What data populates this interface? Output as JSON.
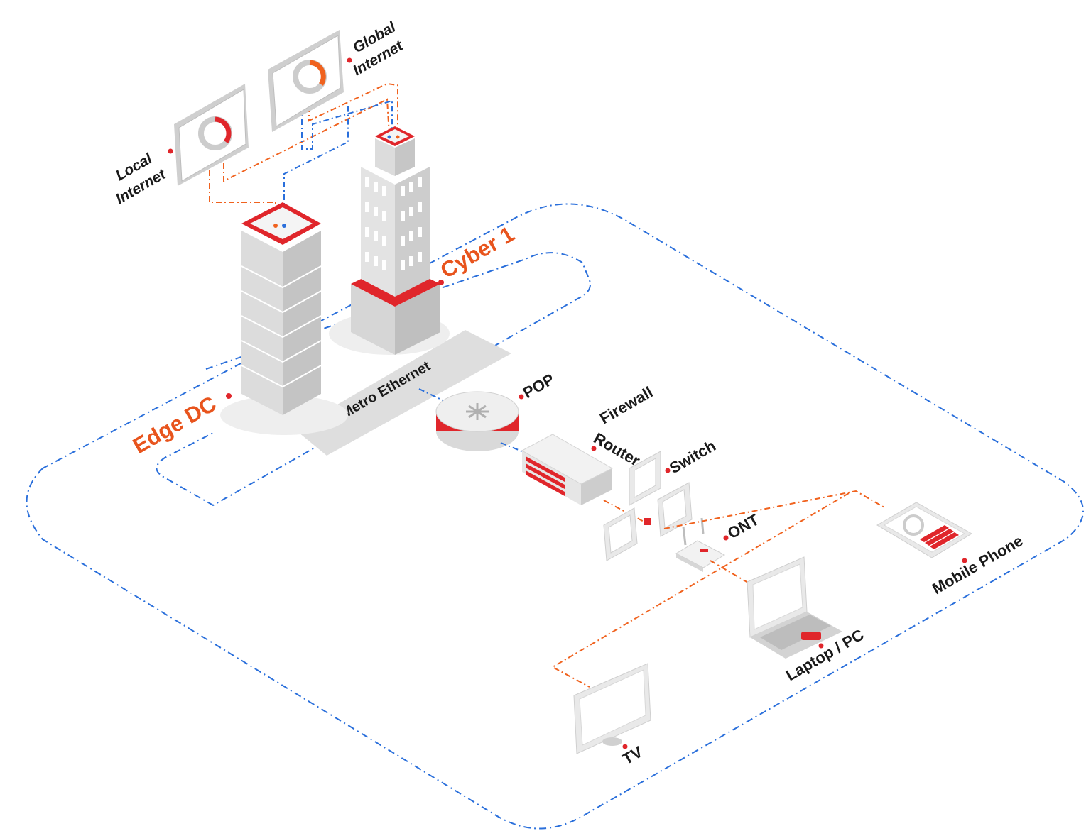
{
  "colors": {
    "accent_red": "#e0262b",
    "accent_orange": "#e8541d",
    "link_blue": "#2a6fdb",
    "link_orange": "#f0621e",
    "building_gray": "#d9d9d9",
    "dark_text": "#1a1a1a"
  },
  "nodes": {
    "local_internet": {
      "line1": "Local",
      "line2": "Internet",
      "icon": "monitor-ring-icon"
    },
    "global_internet": {
      "line1": "Global",
      "line2": "Internet",
      "icon": "monitor-ring-icon"
    },
    "edge_dc": {
      "label": "Edge DC",
      "icon": "datacenter-tower-icon"
    },
    "cyber1": {
      "label": "Cyber 1",
      "icon": "office-building-icon"
    },
    "metro_ethernet": {
      "label": "Metro Ethernet"
    },
    "pop": {
      "label": "POP",
      "icon": "router-disc-icon"
    },
    "router_firewall": {
      "line1": "Router",
      "line2": "Firewall",
      "icon": "firewall-box-icon"
    },
    "switch": {
      "label": "Switch",
      "icon": "switch-panels-icon"
    },
    "ont": {
      "label": "ONT",
      "icon": "ont-modem-icon"
    },
    "mobile_phone": {
      "label": "Mobile Phone",
      "icon": "mobile-phone-icon"
    },
    "laptop_pc": {
      "label": "Laptop / PC",
      "icon": "laptop-icon"
    },
    "tv": {
      "label": "TV",
      "icon": "tv-icon"
    }
  }
}
